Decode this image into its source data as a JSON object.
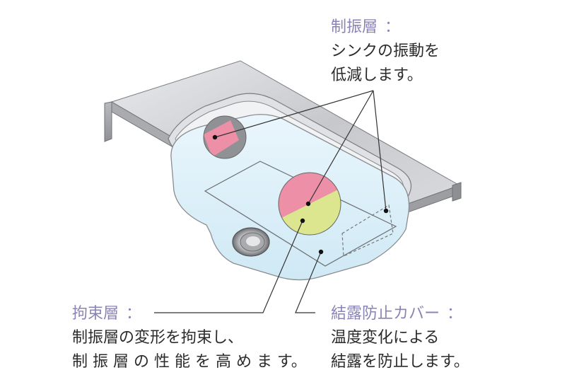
{
  "damping_layer": {
    "title": "制振層",
    "colon": "：",
    "lines": [
      "シンクの振動を",
      "低減します。"
    ]
  },
  "constraint_layer": {
    "title": "拘束層",
    "colon": "：",
    "lines": [
      "制振層の変形を拘束し、",
      "制 振 層 の 性 能 を 高 め ま す。"
    ]
  },
  "condensation_cover": {
    "title": "結露防止カバー",
    "colon": "：",
    "lines": [
      "温度変化による",
      "結露を防止します。"
    ]
  },
  "colors": {
    "title_purple": "#8a84b6",
    "damping_pink": "#ee8fa8",
    "constraint_green": "#dce68e",
    "cover_blue": "#d6eef8",
    "steel": "#c9cbcf"
  }
}
